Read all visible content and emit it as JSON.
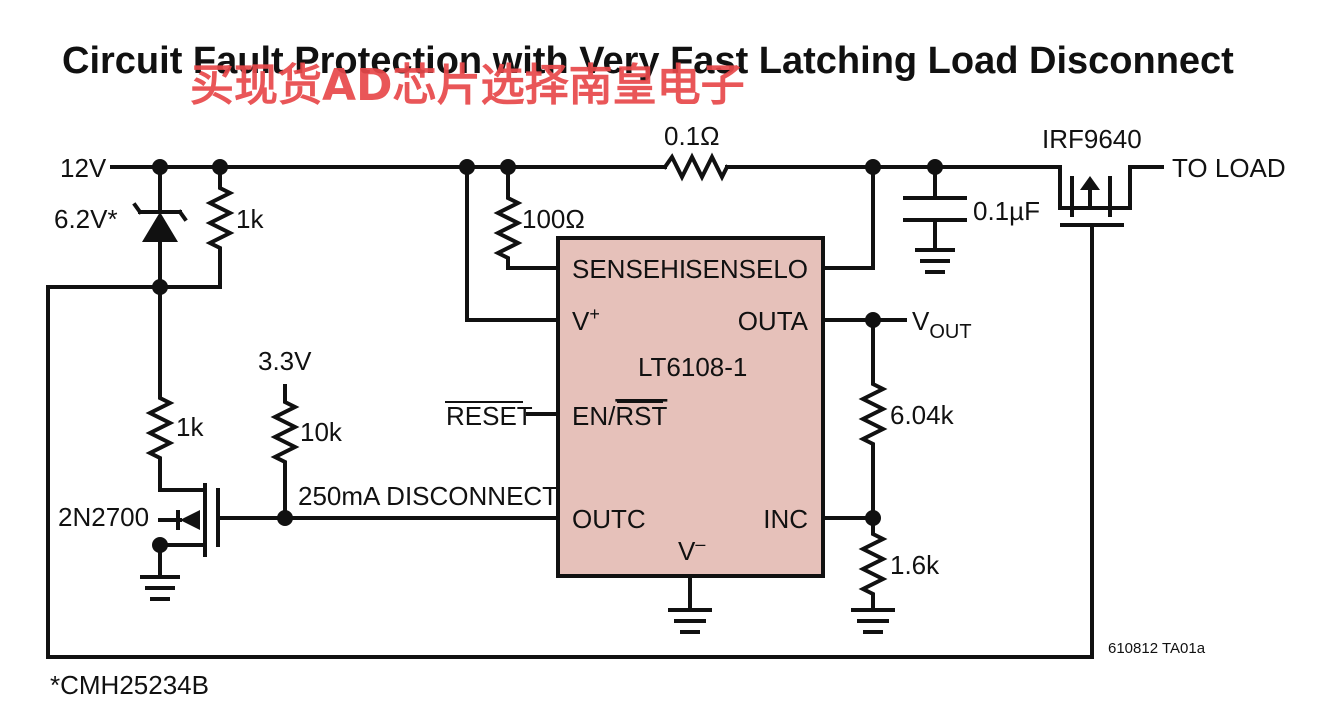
{
  "title": "Circuit Fault Protection with Very Fast Latching Load Disconnect",
  "watermark": "买现货AD芯片选择南皇电子",
  "supply_label": "12V",
  "zener_label": "6.2V*",
  "r_pullup_top": "1k",
  "r_gate": "1k",
  "r_sense_filter": "100Ω",
  "r_sense": "0.1Ω",
  "cap_label": "0.1µF",
  "mosfet_p": "IRF9640",
  "load_label": "TO LOAD",
  "logic_supply": "3.3V",
  "r_pullup_logic": "10k",
  "disconnect_label": "250mA DISCONNECT",
  "mosfet_n": "2N2700",
  "reset_label": "RESET",
  "ic": {
    "name": "LT6108-1",
    "pins": {
      "sensehi": "SENSEHI",
      "senselo": "SENSELO",
      "vplus": "V",
      "vplus_sup": "+",
      "outa": "OUTA",
      "en_prefix": "EN/",
      "en_rst": "RST",
      "outc": "OUTC",
      "inc": "INC",
      "vminus": "V",
      "vminus_sup": "–"
    }
  },
  "vout": "V",
  "vout_sub": "OUT",
  "r_div_top": "6.04k",
  "r_div_bot": "1.6k",
  "footnote": "*CMH25234B",
  "figure_id": "610812 TA01a"
}
